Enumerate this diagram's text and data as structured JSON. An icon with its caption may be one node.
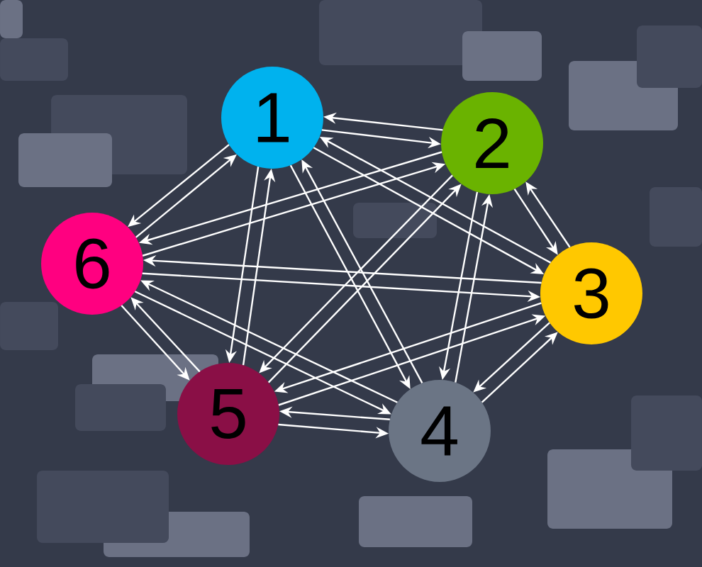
{
  "diagram": {
    "nodes": [
      {
        "text": [
          "1"
        ]
      },
      {
        "text": [
          "2"
        ]
      },
      {
        "text": [
          "3"
        ]
      },
      {
        "text": [
          "4"
        ]
      },
      {
        "text": [
          "5"
        ]
      },
      {
        "text": [
          "6"
        ]
      }
    ],
    "edges": [
      {
        "from": 0,
        "to": 1,
        "arrow": "to"
      },
      {
        "from": 1,
        "to": 0,
        "arrow": "to"
      },
      {
        "from": 0,
        "to": 2,
        "arrow": "to"
      },
      {
        "from": 2,
        "to": 0,
        "arrow": "to"
      },
      {
        "from": 0,
        "to": 3,
        "arrow": "to"
      },
      {
        "from": 3,
        "to": 0,
        "arrow": "to"
      },
      {
        "from": 0,
        "to": 4,
        "arrow": "to"
      },
      {
        "from": 4,
        "to": 0,
        "arrow": "to"
      },
      {
        "from": 0,
        "to": 5,
        "arrow": "to"
      },
      {
        "from": 5,
        "to": 0,
        "arrow": "to"
      },
      {
        "from": 1,
        "to": 2,
        "arrow": "to"
      },
      {
        "from": 2,
        "to": 1,
        "arrow": "to"
      },
      {
        "from": 1,
        "to": 3,
        "arrow": "to"
      },
      {
        "from": 3,
        "to": 1,
        "arrow": "to"
      },
      {
        "from": 1,
        "to": 4,
        "arrow": "to"
      },
      {
        "from": 4,
        "to": 1,
        "arrow": "to"
      },
      {
        "from": 1,
        "to": 5,
        "arrow": "to"
      },
      {
        "from": 5,
        "to": 1,
        "arrow": "to"
      },
      {
        "from": 2,
        "to": 3,
        "arrow": "to"
      },
      {
        "from": 3,
        "to": 2,
        "arrow": "to"
      },
      {
        "from": 2,
        "to": 4,
        "arrow": "to"
      },
      {
        "from": 4,
        "to": 2,
        "arrow": "to"
      },
      {
        "from": 2,
        "to": 5,
        "arrow": "to"
      },
      {
        "from": 5,
        "to": 2,
        "arrow": "to"
      },
      {
        "from": 3,
        "to": 4,
        "arrow": "to"
      },
      {
        "from": 4,
        "to": 3,
        "arrow": "to"
      },
      {
        "from": 3,
        "to": 5,
        "arrow": "to"
      },
      {
        "from": 5,
        "to": 3,
        "arrow": "to"
      },
      {
        "from": 4,
        "to": 5,
        "arrow": "to"
      },
      {
        "from": 5,
        "to": 4,
        "arrow": "to"
      }
    ]
  }
}
